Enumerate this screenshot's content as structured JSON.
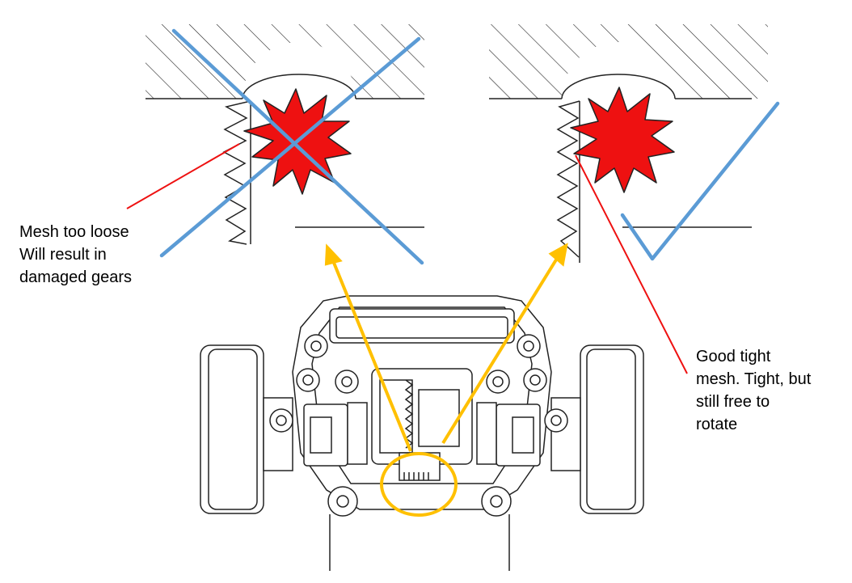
{
  "annotations": {
    "loose_mesh": {
      "lines": [
        "Mesh too loose",
        "Will result in",
        "damaged gears"
      ]
    },
    "good_mesh": {
      "lines": [
        "Good tight",
        "mesh. Tight, but",
        "still free to",
        "rotate"
      ]
    }
  },
  "colors": {
    "gear_fill": "#ee1111",
    "pointer_line": "#ee1111",
    "x_mark": "#5b9bd5",
    "check_mark": "#5b9bd5",
    "highlight": "#ffc000",
    "ink": "#1a1a1a"
  }
}
